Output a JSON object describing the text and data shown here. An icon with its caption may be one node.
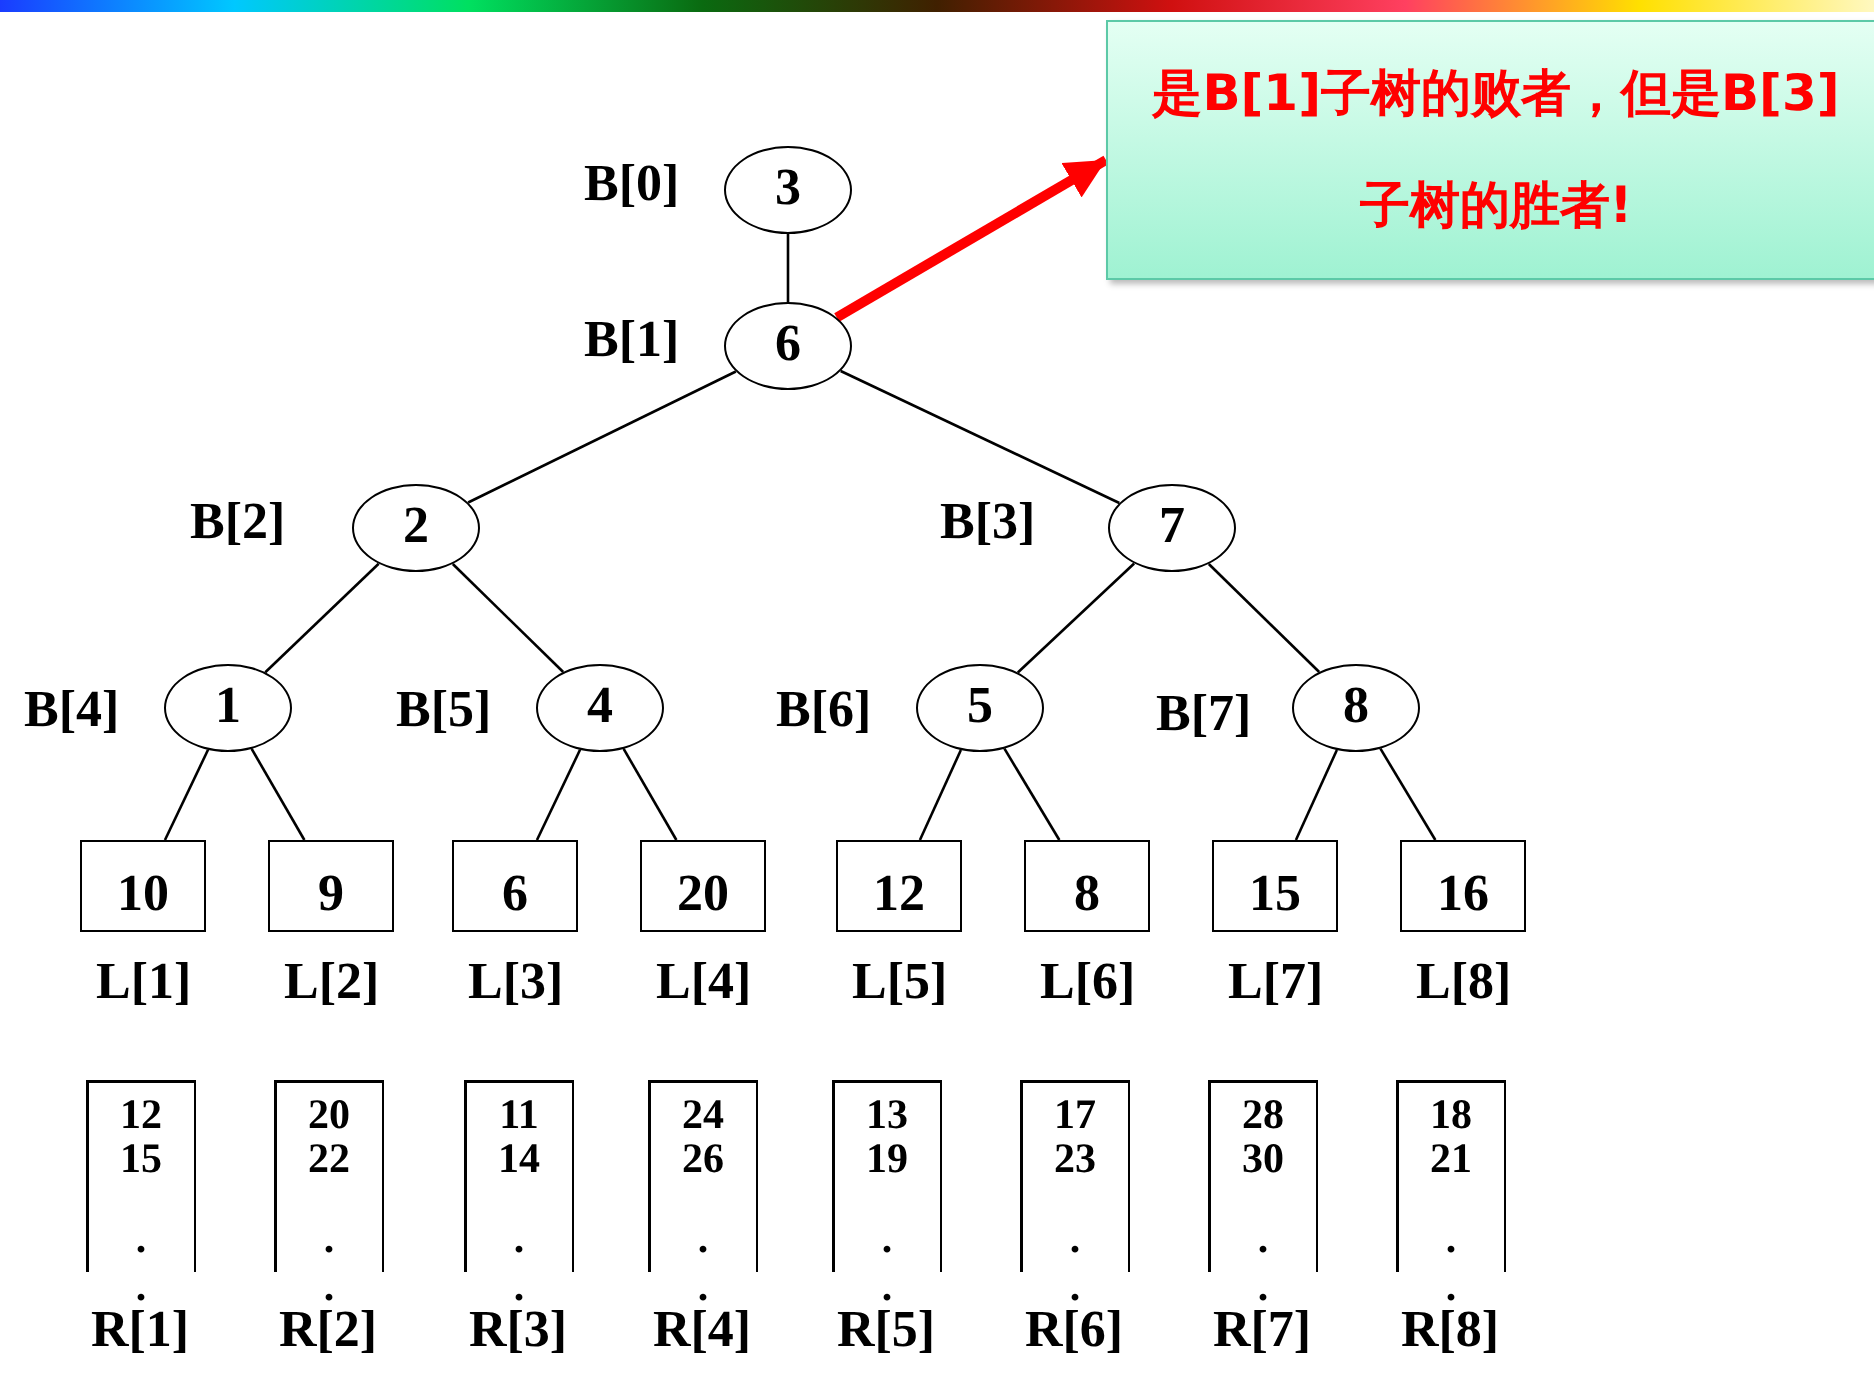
{
  "diagram": {
    "nodes": [
      {
        "text": [
          "3"
        ],
        "beside": [
          "B[0]"
        ]
      },
      {
        "text": [
          "6"
        ],
        "beside": [
          "B[1]"
        ]
      },
      {
        "text": [
          "2"
        ],
        "beside": [
          "B[2]"
        ]
      },
      {
        "text": [
          "7"
        ],
        "beside": [
          "B[3]"
        ]
      },
      {
        "text": [
          "1"
        ],
        "beside": [
          "B[4]"
        ]
      },
      {
        "text": [
          "4"
        ],
        "beside": [
          "B[5]"
        ]
      },
      {
        "text": [
          "5"
        ],
        "beside": [
          "B[6]"
        ]
      },
      {
        "text": [
          "8"
        ],
        "beside": [
          "B[7]"
        ]
      },
      {
        "text": [
          "10"
        ],
        "beside": [
          "L[1]"
        ]
      },
      {
        "text": [
          "9"
        ],
        "beside": [
          "L[2]"
        ]
      },
      {
        "text": [
          "6"
        ],
        "beside": [
          "L[3]"
        ]
      },
      {
        "text": [
          "20"
        ],
        "beside": [
          "L[4]"
        ]
      },
      {
        "text": [
          "12"
        ],
        "beside": [
          "L[5]"
        ]
      },
      {
        "text": [
          "8"
        ],
        "beside": [
          "L[6]"
        ]
      },
      {
        "text": [
          "15"
        ],
        "beside": [
          "L[7]"
        ]
      },
      {
        "text": [
          "16"
        ],
        "beside": [
          "L[8]"
        ]
      },
      {
        "text": [
          "12",
          "15",
          ".",
          "."
        ],
        "beside": [
          "R[1]"
        ]
      },
      {
        "text": [
          "20",
          "22",
          ".",
          "."
        ],
        "beside": [
          "R[2]"
        ]
      },
      {
        "text": [
          "11",
          "14",
          ".",
          "."
        ],
        "beside": [
          "R[3]"
        ]
      },
      {
        "text": [
          "24",
          "26",
          ".",
          "."
        ],
        "beside": [
          "R[4]"
        ]
      },
      {
        "text": [
          "13",
          "19",
          ".",
          "."
        ],
        "beside": [
          "R[5]"
        ]
      },
      {
        "text": [
          "17",
          "23",
          ".",
          "."
        ],
        "beside": [
          "R[6]"
        ]
      },
      {
        "text": [
          "28",
          "30",
          ".",
          "."
        ],
        "beside": [
          "R[7]"
        ]
      },
      {
        "text": [
          "18",
          "21",
          ".",
          "."
        ],
        "beside": [
          "R[8]"
        ]
      },
      {
        "text": [
          "是B[1]子树的败者，但是B[3]子树的胜者!"
        ]
      }
    ],
    "edges": [
      {
        "from": 0,
        "to": 1,
        "arrow": "none"
      },
      {
        "from": 1,
        "to": 2,
        "arrow": "none"
      },
      {
        "from": 1,
        "to": 3,
        "arrow": "none"
      },
      {
        "from": 2,
        "to": 4,
        "arrow": "none"
      },
      {
        "from": 2,
        "to": 5,
        "arrow": "none"
      },
      {
        "from": 3,
        "to": 6,
        "arrow": "none"
      },
      {
        "from": 3,
        "to": 7,
        "arrow": "none"
      },
      {
        "from": 4,
        "to": 8,
        "arrow": "none"
      },
      {
        "from": 4,
        "to": 9,
        "arrow": "none"
      },
      {
        "from": 5,
        "to": 10,
        "arrow": "none"
      },
      {
        "from": 5,
        "to": 11,
        "arrow": "none"
      },
      {
        "from": 6,
        "to": 12,
        "arrow": "none"
      },
      {
        "from": 6,
        "to": 13,
        "arrow": "none"
      },
      {
        "from": 7,
        "to": 14,
        "arrow": "none"
      },
      {
        "from": 7,
        "to": 15,
        "arrow": "none"
      },
      {
        "from": 1,
        "to": 24,
        "arrow": "to",
        "style": "thick",
        "color": "#ff0000"
      }
    ]
  }
}
